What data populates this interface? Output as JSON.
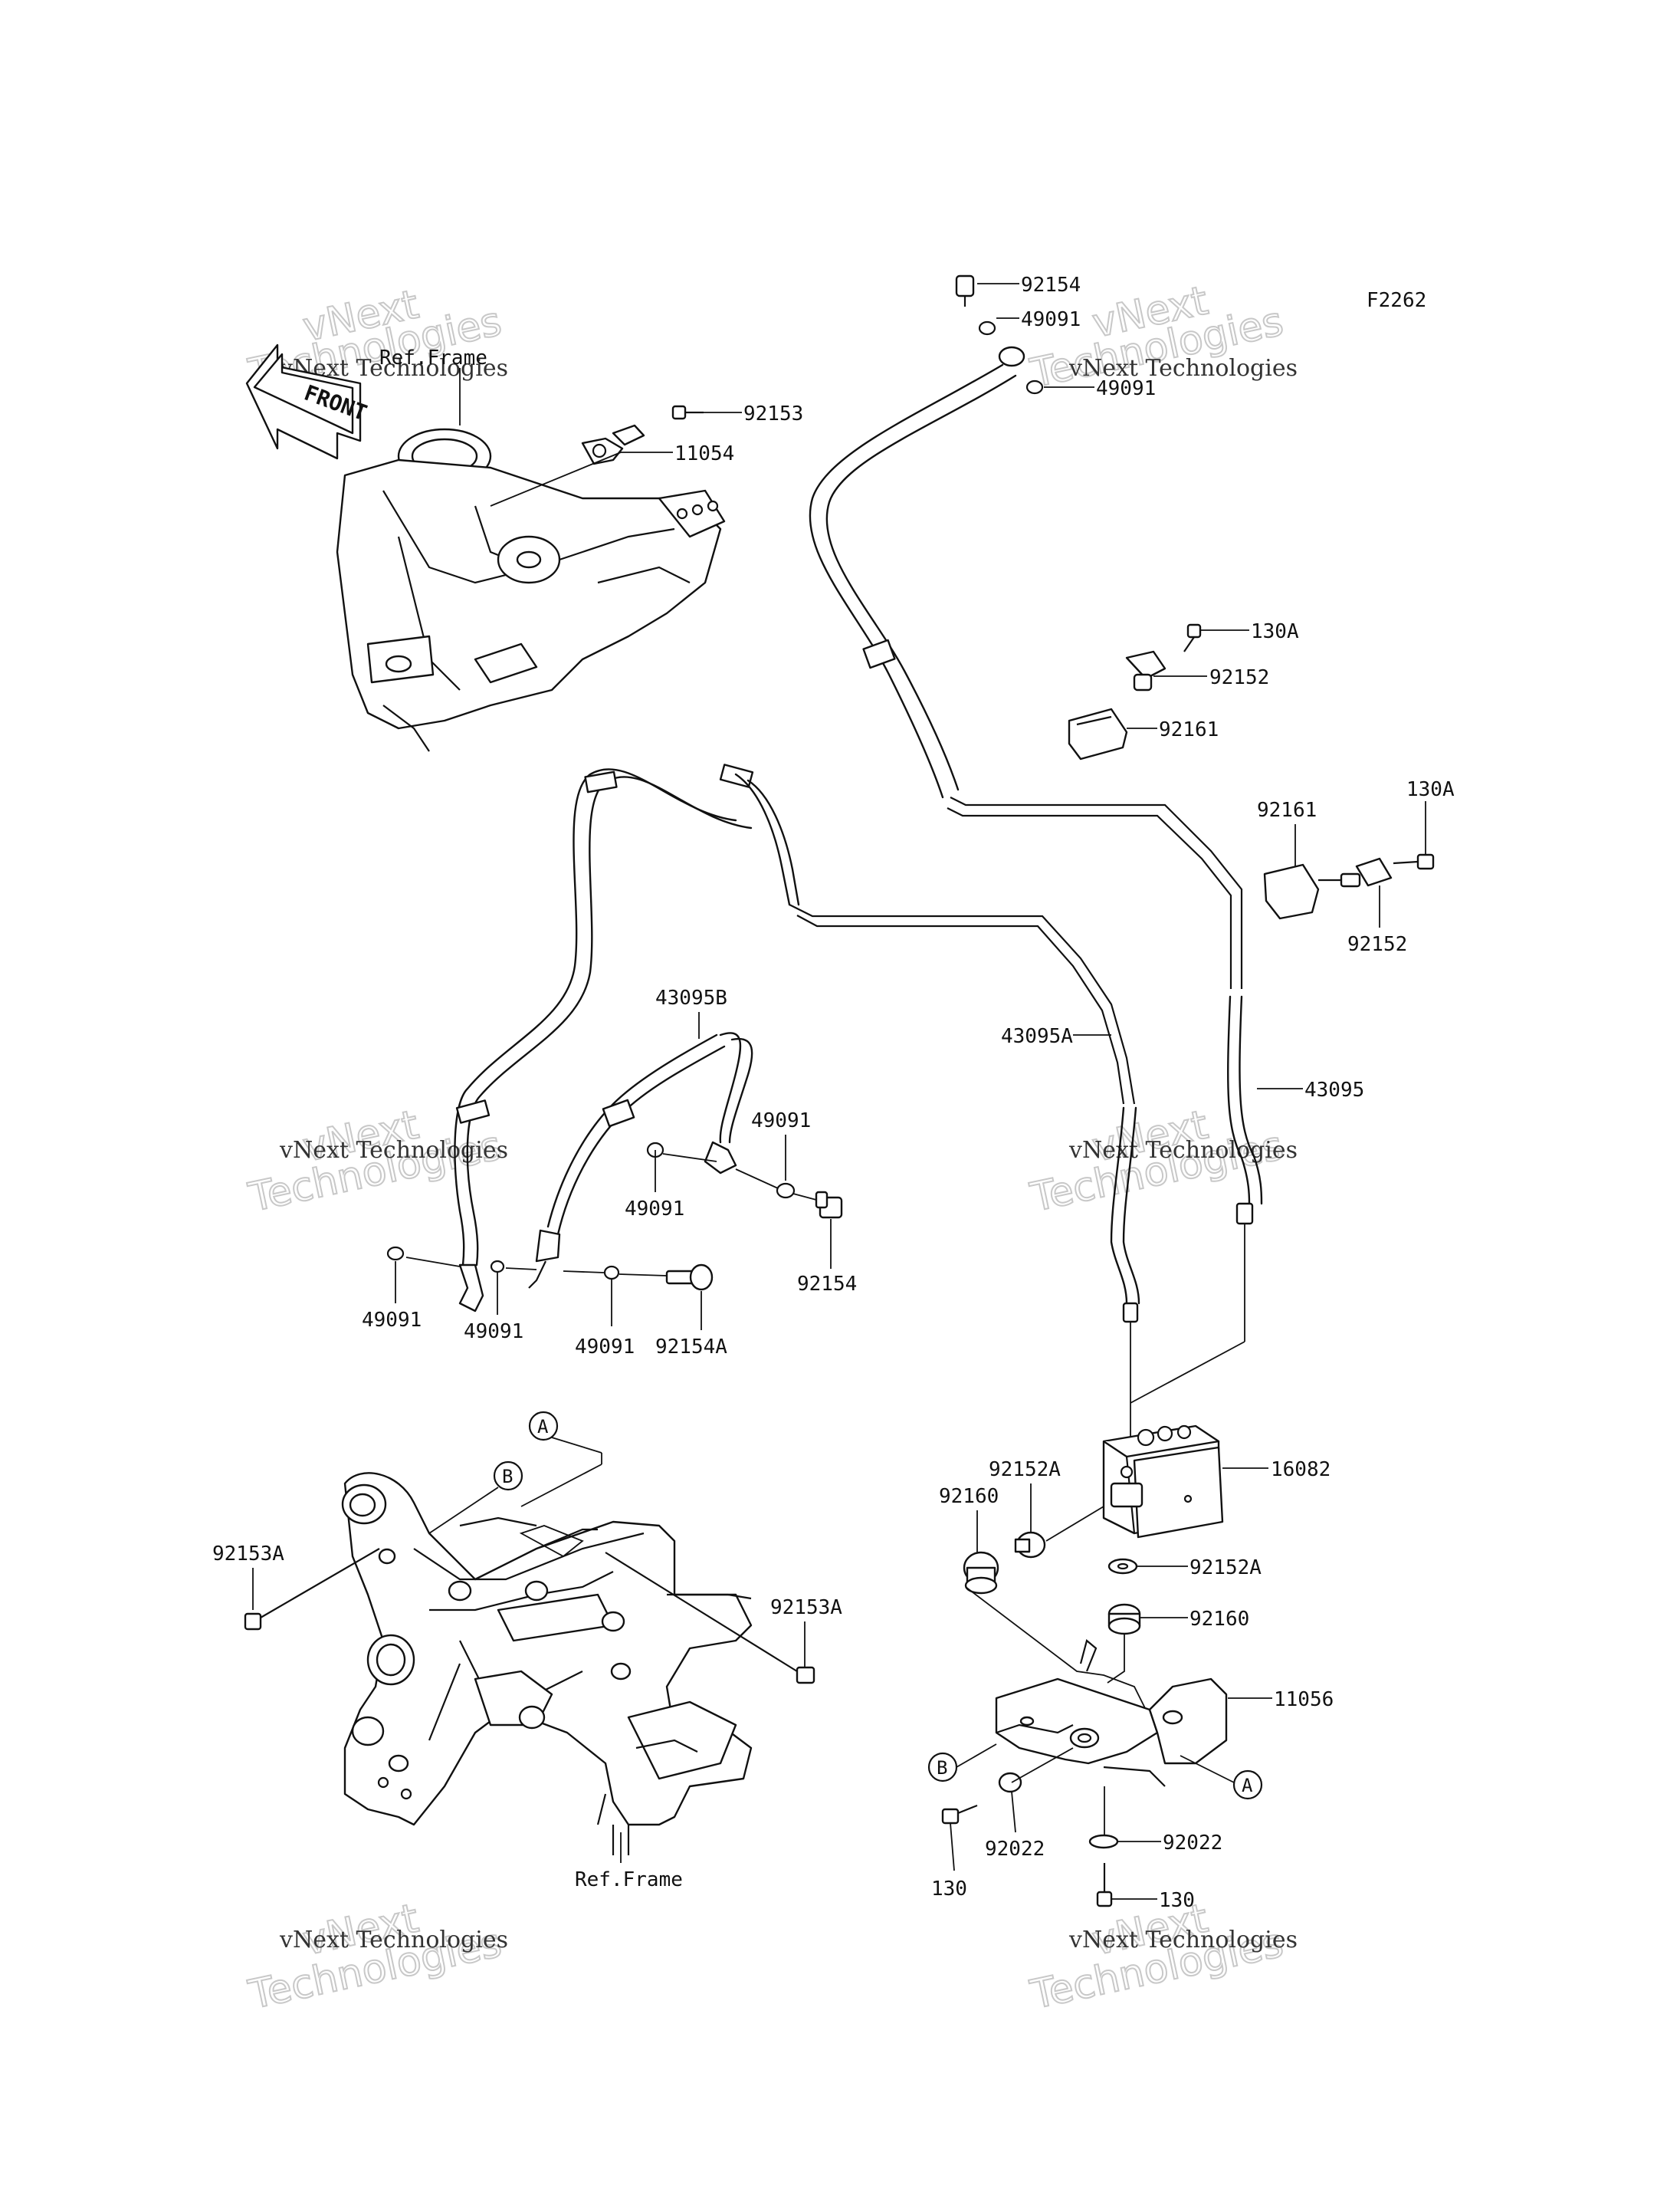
{
  "figure_code": "F2262",
  "front_label": "FRONT",
  "refs": {
    "top": "Ref.Frame",
    "bottom": "Ref.Frame"
  },
  "callouts": {
    "a": "A",
    "b": "B"
  },
  "watermark": {
    "line1": "vNext",
    "line2": "vNext Technologies",
    "line3": "Technologies"
  },
  "parts": {
    "p92154_top": "92154",
    "p49091_t1": "49091",
    "p49091_t2": "49091",
    "p92153": "92153",
    "p11054": "11054",
    "p130A_1": "130A",
    "p92152_1": "92152",
    "p92161_1": "92161",
    "p92161_2": "92161",
    "p130A_2": "130A",
    "p92152_2": "92152",
    "p43095B": "43095B",
    "p43095A": "43095A",
    "p43095": "43095",
    "p49091_m1": "49091",
    "p49091_m2": "49091",
    "p92154_mid": "92154",
    "p49091_b1": "49091",
    "p49091_b2": "49091",
    "p49091_b3": "49091",
    "p92154A": "92154A",
    "p16082": "16082",
    "p92152A_1": "92152A",
    "p92160_1": "92160",
    "p92152A_2": "92152A",
    "p92160_2": "92160",
    "p92153A_1": "92153A",
    "p92153A_2": "92153A",
    "p11056": "11056",
    "p92022_1": "92022",
    "p92022_2": "92022",
    "p130_1": "130",
    "p130_2": "130"
  }
}
